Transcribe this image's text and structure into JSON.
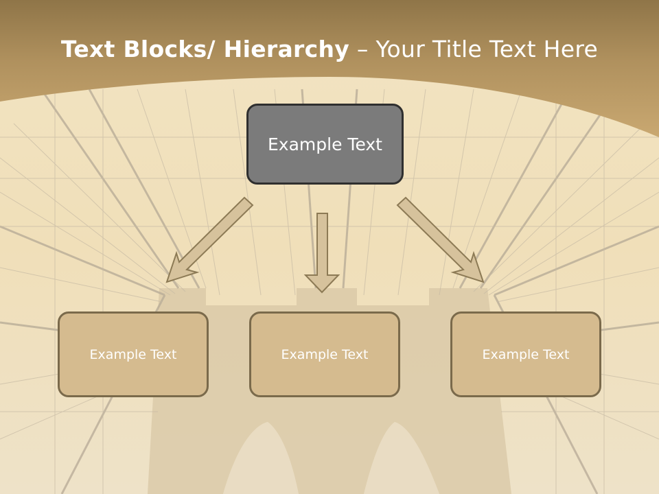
{
  "title": {
    "bold": "Text Blocks/ Hierarchy",
    "rest": " – Your Title Text Here"
  },
  "hierarchy": {
    "top": "Example Text",
    "children": [
      "Example Text",
      "Example Text",
      "Example Text"
    ]
  },
  "colors": {
    "header": "#b8965c",
    "top_box": "#7b7b7b",
    "child_box": "#d5bb8f",
    "arrow_fill": "#d6c29c",
    "arrow_stroke": "#8c7a55"
  }
}
